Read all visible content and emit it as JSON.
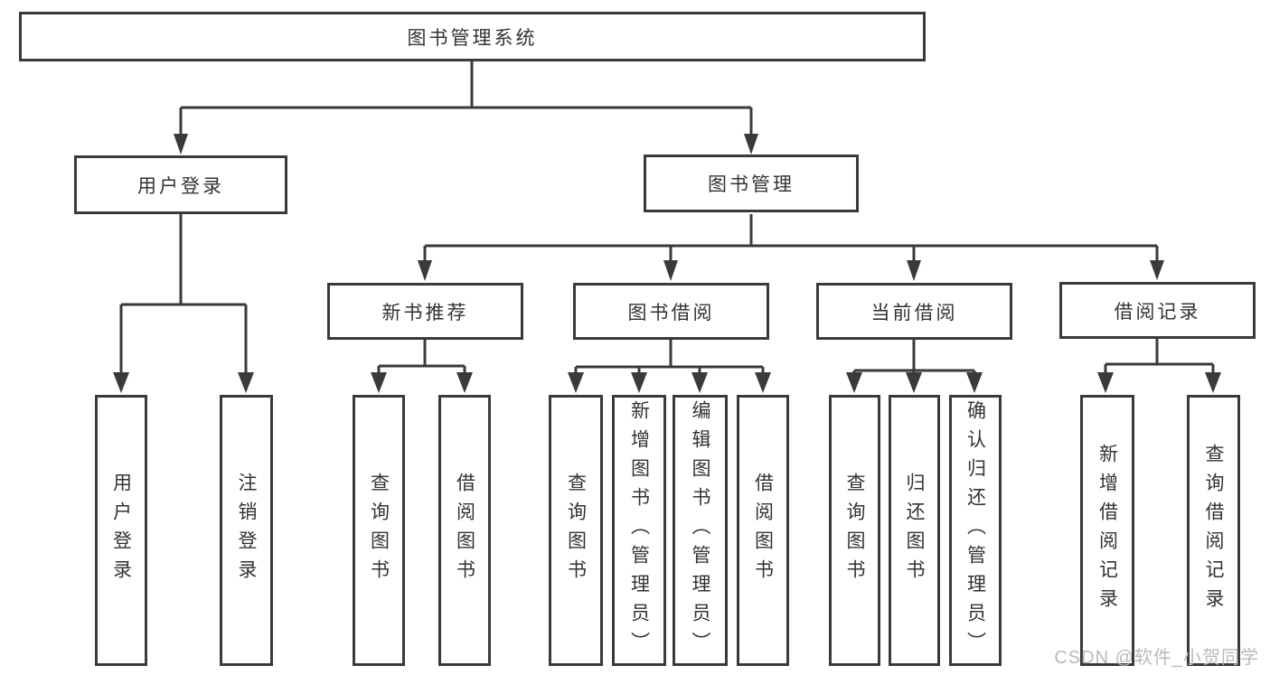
{
  "root": {
    "label": "图书管理系统"
  },
  "branches": {
    "user_login": {
      "label": "用户登录",
      "children": [
        {
          "label": "用户登录"
        },
        {
          "label": "注销登录"
        }
      ]
    },
    "book_management": {
      "label": "图书管理",
      "children": [
        {
          "label": "新书推荐",
          "children": [
            {
              "label": "查询图书"
            },
            {
              "label": "借阅图书"
            }
          ]
        },
        {
          "label": "图书借阅",
          "children": [
            {
              "label": "查询图书"
            },
            {
              "label": "新增图书（管理员）"
            },
            {
              "label": "编辑图书（管理员）"
            },
            {
              "label": "借阅图书"
            }
          ]
        },
        {
          "label": "当前借阅",
          "children": [
            {
              "label": "查询图书"
            },
            {
              "label": "归还图书"
            },
            {
              "label": "确认归还（管理员）"
            }
          ]
        },
        {
          "label": "借阅记录",
          "children": [
            {
              "label": "新增借阅记录"
            },
            {
              "label": "查询借阅记录"
            }
          ]
        }
      ]
    }
  },
  "watermark": {
    "text": "CSDN @软件_小贺同学"
  },
  "colors": {
    "line": "#3a3a3a",
    "text": "#333333",
    "background": "#ffffff",
    "watermark": "#b7babe"
  }
}
